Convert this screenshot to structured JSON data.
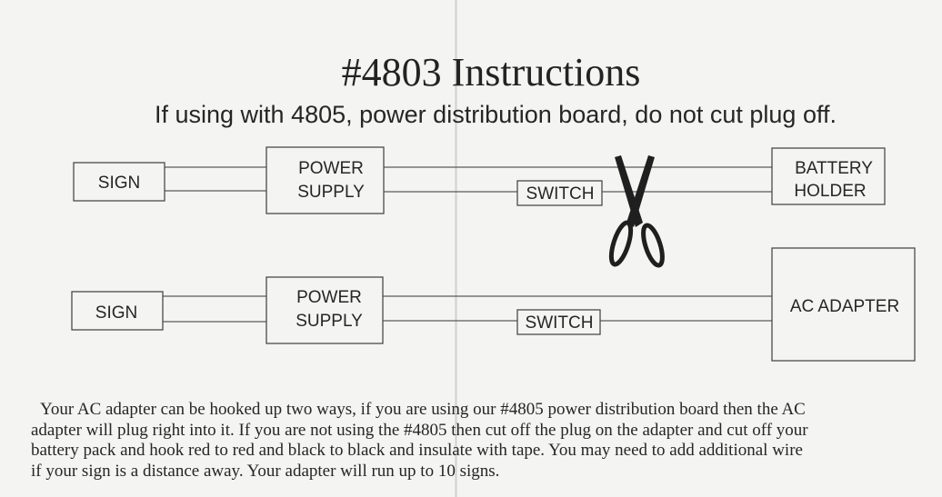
{
  "document": {
    "title": "#4803 Instructions",
    "subtitle": "If using with 4805, power distribution board, do not cut plug off."
  },
  "diagram": {
    "top": {
      "sign": "SIGN",
      "power_supply": [
        "POWER",
        "SUPPLY"
      ],
      "switch": "SWITCH",
      "battery_holder": [
        "BATTERY",
        "HOLDER"
      ],
      "cut_icon": "scissors-icon"
    },
    "bottom": {
      "sign": "SIGN",
      "power_supply": [
        "POWER",
        "SUPPLY"
      ],
      "switch": "SWITCH",
      "ac_adapter": "AC ADAPTER"
    }
  },
  "paragraph": {
    "lines": [
      "Your AC adapter can be hooked up two ways, if you are using our #4805 power distribution board then the AC",
      "adapter will plug right into it. If you are not using the #4805 then cut off the plug on the adapter and cut off your",
      "battery pack and hook red to red  and black to black and insulate with tape. You may need to add additional wire",
      "if your sign is a distance away. Your adapter will run up to 10 signs."
    ]
  }
}
